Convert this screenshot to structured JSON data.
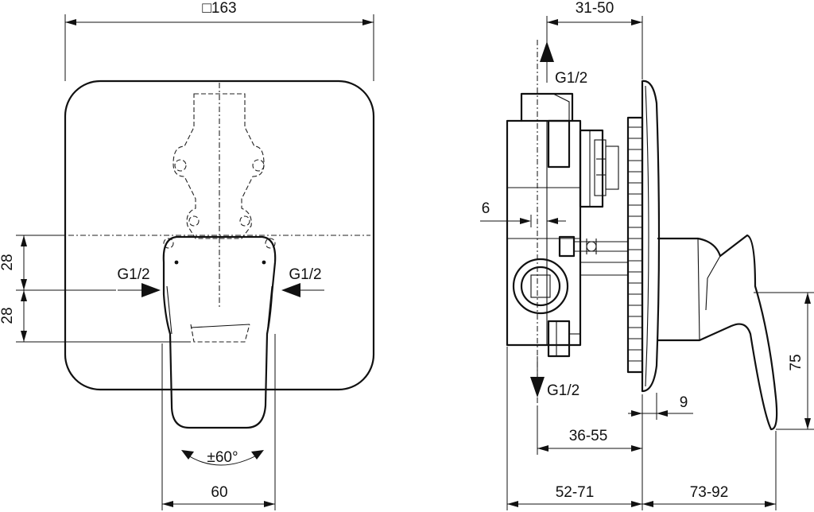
{
  "labels": {
    "width_163": "□163",
    "offset_31_50": "31-50",
    "g_top": "G1/2",
    "g_left": "G1/2",
    "g_right": "G1/2",
    "g_bottom": "G1/2",
    "dim_28_upper": "28",
    "dim_28_lower": "28",
    "angle": "±60°",
    "dim_60": "60",
    "dim_6": "6",
    "dim_9": "9",
    "dim_75": "75",
    "dim_36_55": "36-55",
    "dim_52_71": "52-71",
    "dim_73_92": "73-92"
  }
}
